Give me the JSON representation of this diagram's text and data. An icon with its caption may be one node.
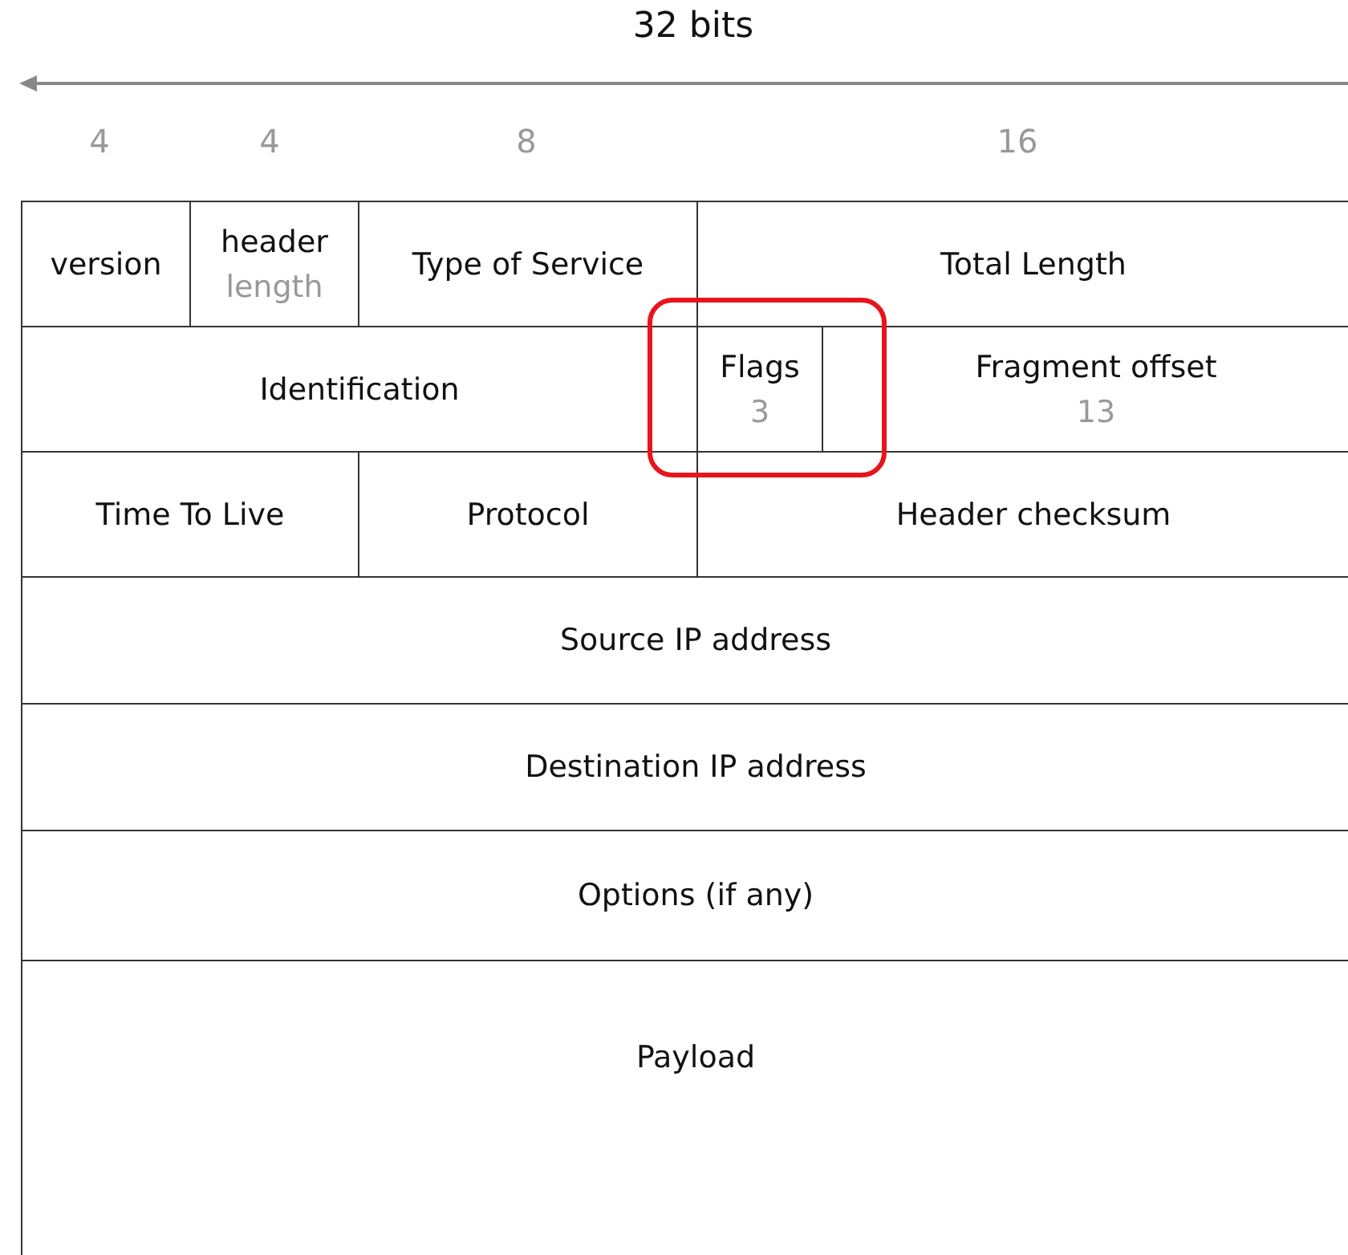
{
  "diagram": {
    "nodes": [
      {
        "text": [
          "version"
        ]
      },
      {
        "text": [
          "header",
          "length"
        ]
      },
      {
        "text": [
          "Type of Service"
        ]
      },
      {
        "text": [
          "Total Length"
        ]
      },
      {
        "text": [
          "Identification"
        ]
      },
      {
        "text": [
          "Flags",
          "3"
        ]
      },
      {
        "text": [
          "Fragment offset",
          "13"
        ]
      },
      {
        "text": [
          "Time To Live"
        ]
      },
      {
        "text": [
          "Protocol"
        ]
      },
      {
        "text": [
          "Header checksum"
        ]
      },
      {
        "text": [
          "Source IP address"
        ]
      },
      {
        "text": [
          "Destination IP address"
        ]
      },
      {
        "text": [
          "Options (if any)"
        ]
      },
      {
        "text": [
          "Payload"
        ]
      }
    ],
    "edges": [],
    "labels": [
      "32 bits",
      "4",
      "4",
      "8",
      "16"
    ]
  }
}
